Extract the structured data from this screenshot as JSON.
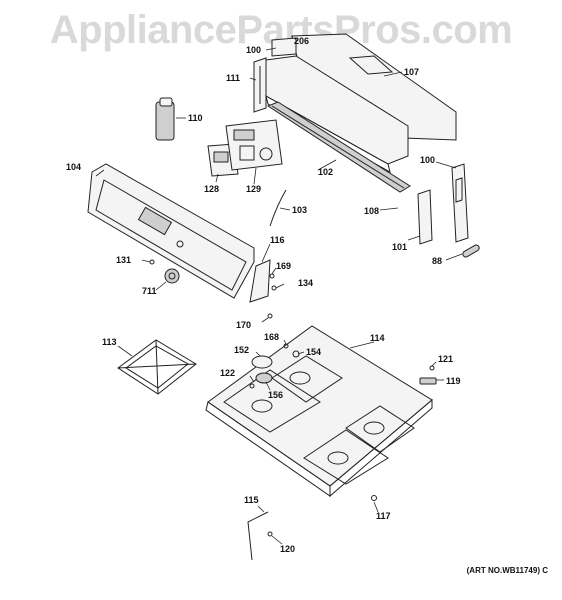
{
  "watermark": "AppliancePartsPros.com",
  "art_number": "(ART NO.WB11749) C",
  "callouts": {
    "p100a": "100",
    "p100b": "100",
    "p101": "101",
    "p102": "102",
    "p103": "103",
    "p104": "104",
    "p107": "107",
    "p108": "108",
    "p110": "110",
    "p111": "111",
    "p113": "113",
    "p114": "114",
    "p115": "115",
    "p116": "116",
    "p117": "117",
    "p119": "119",
    "p120": "120",
    "p121": "121",
    "p122": "122",
    "p128": "128",
    "p129": "129",
    "p131": "131",
    "p134": "134",
    "p152": "152",
    "p154": "154",
    "p156": "156",
    "p168": "168",
    "p169": "169",
    "p170": "170",
    "p206": "206",
    "p711": "711",
    "p88": "88"
  }
}
